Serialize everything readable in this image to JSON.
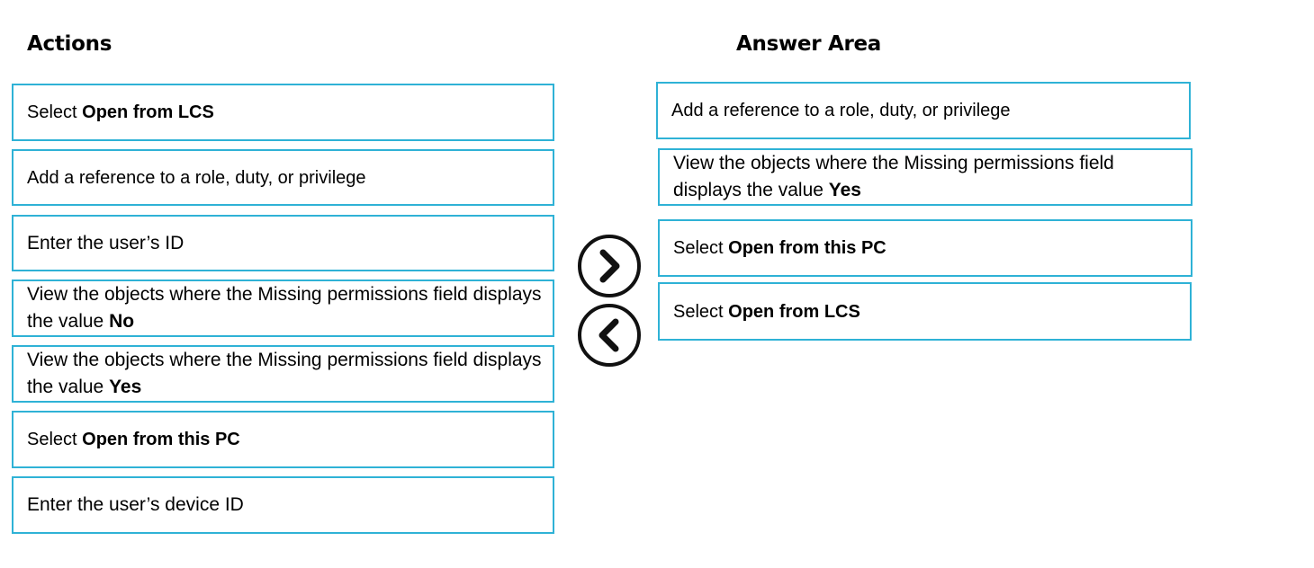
{
  "headings": {
    "actions": "Actions",
    "answer_area": "Answer Area"
  },
  "actions": [
    {
      "prefix": "Select ",
      "bold": "Open from LCS"
    },
    {
      "prefix": "Add a reference to a role, duty, or privilege",
      "bold": ""
    },
    {
      "prefix": "Enter the user’s ID",
      "bold": ""
    },
    {
      "prefix": "View the objects where the Missing permissions field displays the value ",
      "bold": "No"
    },
    {
      "prefix": "View the objects where the Missing permissions field displays the value ",
      "bold": "Yes"
    },
    {
      "prefix": "Select ",
      "bold": "Open from this PC"
    },
    {
      "prefix": "Enter the user’s device ID",
      "bold": ""
    }
  ],
  "answers": [
    {
      "prefix": "Add a reference to a role, duty, or privilege",
      "bold": ""
    },
    {
      "prefix": "View the objects where the Missing permissions field displays the value ",
      "bold": "Yes"
    },
    {
      "prefix": "Select ",
      "bold": "Open from this PC"
    },
    {
      "prefix": "Select ",
      "bold": "Open from LCS"
    }
  ],
  "controls": {
    "move_right_icon": "chevron-right-circle",
    "move_left_icon": "chevron-left-circle"
  },
  "colors": {
    "card_border": "#2fb2d6"
  }
}
